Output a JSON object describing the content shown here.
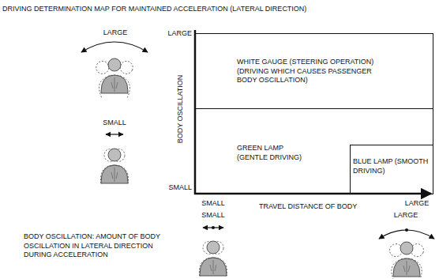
{
  "diagram": {
    "title": "DRIVING DETERMINATION MAP FOR MAINTAINED ACCELERATION (LATERAL DIRECTION)",
    "nodes": [
      {
        "text": [
          "WHITE GAUGE (STEERING OPERATION) (DRIVING WHICH CAUSES PASSENGER BODY OSCILLATION)"
        ]
      },
      {
        "text": [
          "GREEN LAMP (GENTLE DRIVING)"
        ]
      },
      {
        "text": [
          "BLUE LAMP (SMOOTH DRIVING)"
        ],
        "in": 1
      }
    ],
    "labels": [
      "LARGE",
      "LARGE",
      "BODY OSCILLATION",
      "SMALL",
      "SMALL",
      "SMALL",
      "TRAVEL DISTANCE OF BODY",
      "LARGE",
      "SMALL",
      "LARGE",
      "BODY OSCILLATION: AMOUNT OF BODY OSCILLATION IN LATERAL DIRECTION DURING ACCELERATION"
    ]
  }
}
